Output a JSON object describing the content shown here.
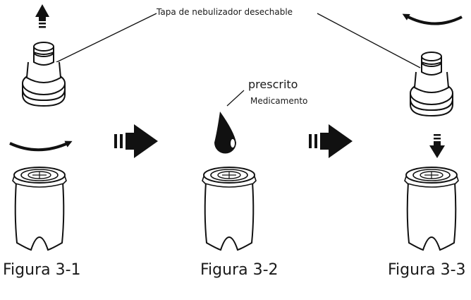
{
  "diagram": {
    "cap_label": "Tapa de nebulizador desechable",
    "medication_label_line1": "prescrito",
    "medication_label_line2": "Medicamento",
    "captions": [
      "Figura 3-1",
      "Figura 3-2",
      "Figura 3-3"
    ],
    "ink_color": "#111111",
    "icons": [
      "up-arrow-icon",
      "rotate-arrow-icon",
      "big-right-arrow-icon",
      "drop-icon",
      "down-arrow-icon"
    ]
  }
}
